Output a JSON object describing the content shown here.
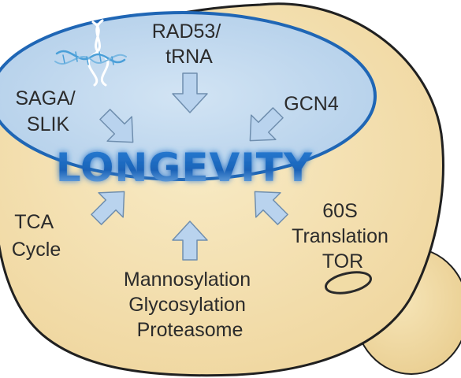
{
  "colors": {
    "cell_fill": "#f3dfae",
    "cell_stroke": "#202020",
    "nucleus_fill": "#bcd6ee",
    "nucleus_stroke": "#1f66b5",
    "arrow_fill": "#b9d3ee",
    "arrow_stroke": "#6f8eae",
    "title_color": "#1f6fc4",
    "text_color": "#2b2b2b"
  },
  "icons": [
    "dna-helix-icon",
    "vacuole-icon"
  ],
  "title": "LONGEVITY",
  "labels": {
    "rad53": [
      "RAD53/",
      "tRNA"
    ],
    "saga": [
      "SAGA/",
      "SLIK"
    ],
    "gcn4": [
      "GCN4"
    ],
    "tca": [
      "TCA",
      "Cycle"
    ],
    "translation": [
      "60S",
      "Translation",
      "TOR"
    ],
    "mannosylation": [
      "Mannosylation",
      "Glycosylation",
      "Proteasome"
    ]
  }
}
